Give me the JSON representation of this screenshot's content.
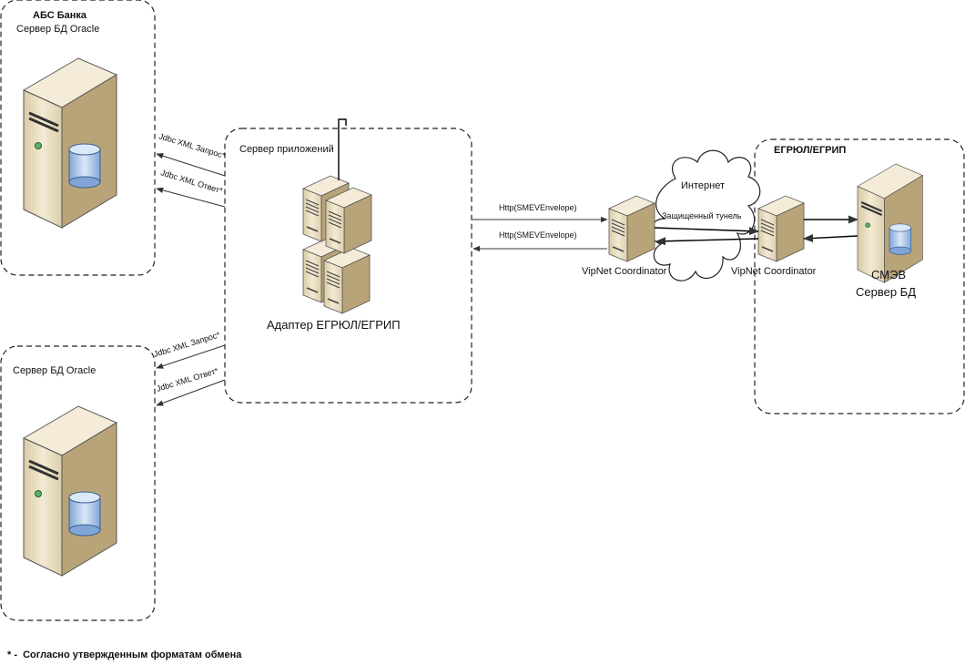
{
  "zones": {
    "abs_bank": {
      "title": "АБС  Банка",
      "subtitle": "Сервер БД Oracle"
    },
    "oracle_db": {
      "title": "Сервер БД Oracle"
    },
    "app_server": {
      "title": "Сервер приложений",
      "adapter_label": "Адаптер ЕГРЮЛ/ЕГРИП"
    },
    "egrul": {
      "title": "ЕГРЮЛ/ЕГРИП",
      "smev_line1": "СМЭВ",
      "smev_line2": "Сервер БД"
    }
  },
  "connections": {
    "jdbc_request": "Jdbc XML Запрос*",
    "jdbc_response": "Jdbc XML Ответ*",
    "http_out": "Http(SMEVEnvelope)",
    "http_in": "Http(SMEVEnvelope)",
    "tunnel": "Защищенный тунель"
  },
  "network": {
    "internet": "Интернет",
    "coordinator_left": "VipNet Coordinator",
    "coordinator_right": "VipNet Coordinator"
  },
  "footnote": "* -  Согласно утвержденным форматам обмена",
  "colors": {
    "server_body": "#e8dcc0",
    "server_side": "#b8a478",
    "server_top": "#f4ecd8",
    "db_cylinder": "#a9c6e8",
    "led": "#5ab36a"
  }
}
